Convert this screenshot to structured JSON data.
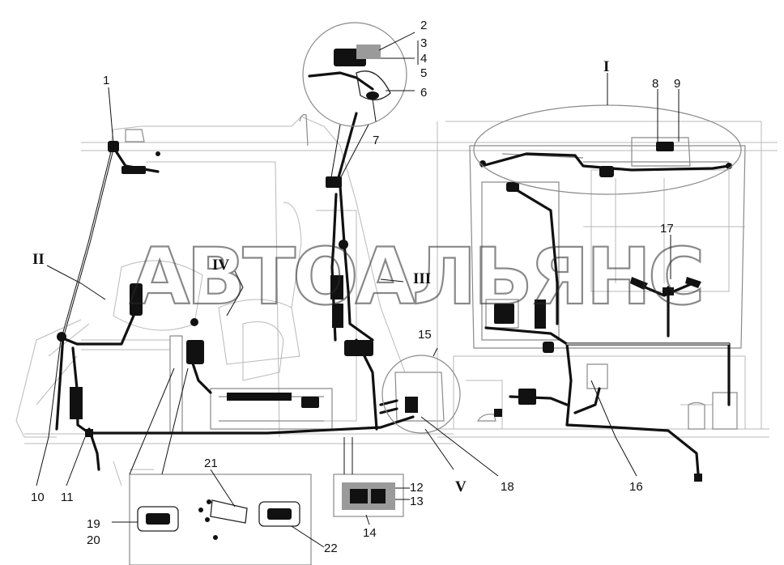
{
  "watermark": "АВТОАЛЬЯНС",
  "callouts": {
    "c1": "1",
    "c2": "2",
    "c3": "3",
    "c4": "4",
    "c5": "5",
    "c6": "6",
    "c7": "7",
    "c8": "8",
    "c9": "9",
    "c10": "10",
    "c11": "11",
    "c12": "12",
    "c13": "13",
    "c14": "14",
    "c15": "15",
    "c16": "16",
    "c17": "17",
    "c18": "18",
    "c19": "19",
    "c20": "20",
    "c21": "21",
    "c22": "22"
  },
  "views": {
    "v1": "I",
    "v2": "II",
    "v3": "III",
    "v4": "IV",
    "v5": "V"
  }
}
